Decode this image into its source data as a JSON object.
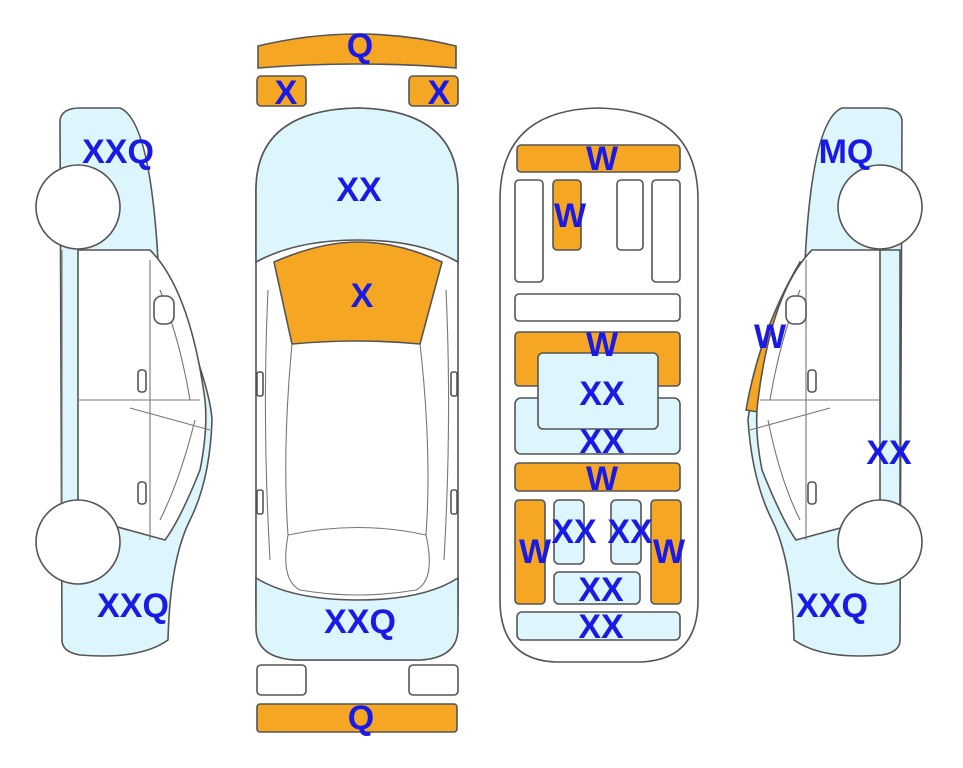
{
  "colors": {
    "damaged": "#F5A623",
    "repaired": "#DDF5FC",
    "outline": "#555555",
    "label": "#1A1AE6"
  },
  "legend_meaning": {},
  "panels": {
    "front_bumper_top": "Q",
    "front_left_light": "X",
    "front_right_light": "X",
    "left_front_fender": "XXQ",
    "left_rear_quarter": "XXQ",
    "hood": "XX",
    "windshield": "X",
    "trunk_lid": "XXQ",
    "rear_bumper": "Q",
    "cowl_panel": "W",
    "front_crossmember": "W",
    "firewall_upper": "W",
    "floor_center": "XX",
    "floor_center_lower": "XX",
    "rear_crossmember": "W",
    "rear_floor_left": "XX",
    "rear_floor_right": "XX",
    "left_rear_rail": "W",
    "right_rear_rail": "W",
    "spare_tire_well": "XX",
    "rear_panel": "XX",
    "right_front_fender": "MQ",
    "right_a_pillar": "W",
    "right_rocker": "XX",
    "right_rear_quarter": "XXQ"
  }
}
